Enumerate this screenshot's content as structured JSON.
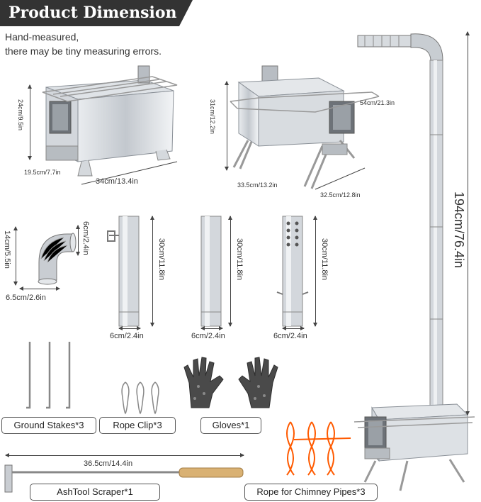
{
  "header": {
    "title": "Product Dimension"
  },
  "note": {
    "line1": "Hand-measured,",
    "line2": "there may be tiny measuring errors."
  },
  "stove_side": {
    "height": "24cm/9.5in",
    "depth": "19.5cm/7.7in",
    "length": "34cm/13.4in"
  },
  "stove_front": {
    "height": "31cm/12.2in",
    "rack_width": "54cm/21.3in",
    "length": "33.5cm/13.2in",
    "depth": "32.5cm/12.8in"
  },
  "chimney_total": {
    "height": "194cm/76.4in"
  },
  "elbow_pipe": {
    "length": "6cm/2.4in",
    "height": "14cm/5.5in",
    "width": "6.5cm/2.6in"
  },
  "pipe_1": {
    "length": "30cm/11.8in",
    "diameter": "6cm/2.4in"
  },
  "pipe_2": {
    "length": "30cm/11.8in",
    "diameter": "6cm/2.4in"
  },
  "pipe_3": {
    "length": "30cm/11.8in",
    "diameter": "6cm/2.4in"
  },
  "accessories": {
    "stakes": "Ground Stakes*3",
    "clip": "Rope Clip*3",
    "gloves": "Gloves*1",
    "scraper": "AshTool Scraper*1",
    "scraper_length": "36.5cm/14.4in",
    "rope": "Rope for Chimney Pipes*3"
  },
  "colors": {
    "banner": "#333333",
    "steel": "#c9cdd2",
    "rope": "#ff5a00",
    "handle": "#d9b173",
    "glove": "#4a4a4a"
  }
}
